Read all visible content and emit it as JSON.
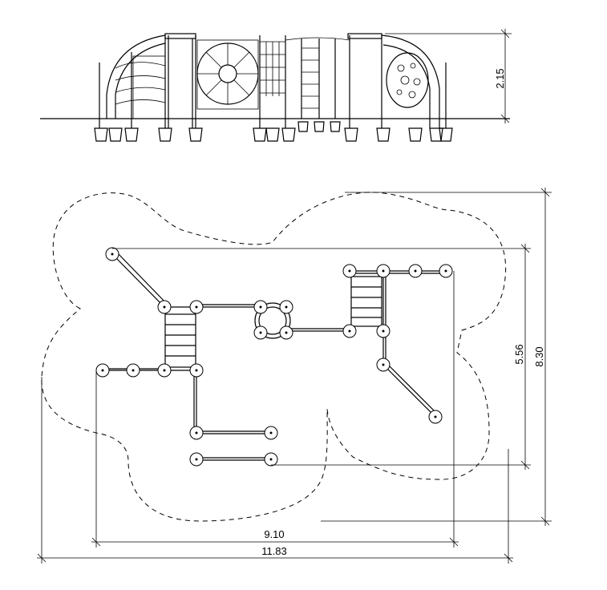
{
  "dimensions": {
    "elevation_height": "2.15",
    "plan_inner_height": "5.56",
    "plan_outer_height": "8.30",
    "plan_inner_width": "9.10",
    "plan_outer_width": "11.83"
  }
}
